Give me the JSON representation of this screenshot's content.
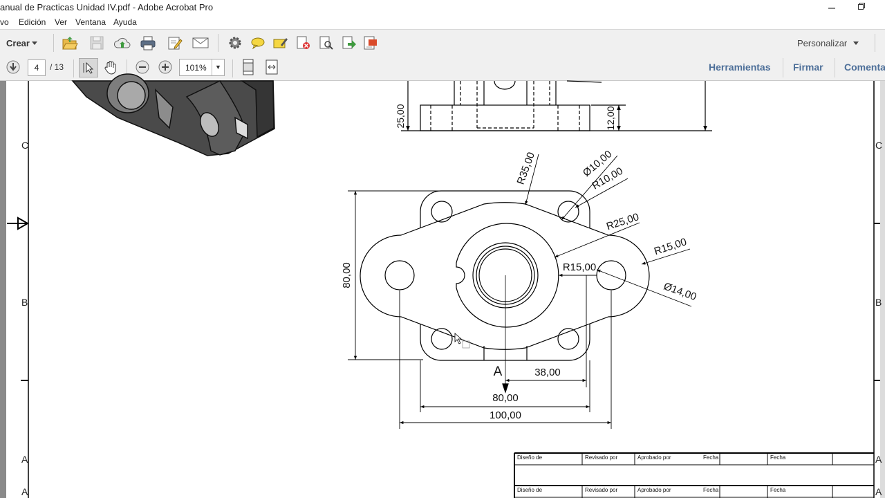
{
  "window": {
    "title": "anual de Practicas Unidad IV.pdf - Adobe Acrobat Pro"
  },
  "menu": [
    "vo",
    "Edición",
    "Ver",
    "Ventana",
    "Ayuda"
  ],
  "toolbar": {
    "create_label": "Crear",
    "customize_label": "Personalizar",
    "icons": [
      "open-icon",
      "save-icon",
      "upload-icon",
      "print-icon",
      "edit-icon",
      "email-icon",
      "settings-icon",
      "comment-icon",
      "highlight-icon",
      "delete-pages-icon",
      "search-pages-icon",
      "export-icon",
      "stamp-icon"
    ]
  },
  "nav": {
    "page_current": "4",
    "page_total": "/ 13",
    "zoom": "101%",
    "right_links": [
      "Herramientas",
      "Firmar",
      "Comenta"
    ]
  },
  "drawing": {
    "zone_letters": {
      "c": "C",
      "b": "B",
      "a": "A"
    },
    "dims": {
      "d25": "25,00",
      "d12": "12,00",
      "r35": "R35,00",
      "dia10": "Ø10,00",
      "r10": "R10,00",
      "r25": "R25,00",
      "r15a": "R15,00",
      "r15b": "R15,00",
      "dia14": "Ø14,00",
      "d80v": "80,00",
      "d38": "38,00",
      "d80h": "80,00",
      "d100": "100,00",
      "section": "A"
    },
    "title_block": {
      "row1": [
        "Diseño de",
        "Revisado por",
        "Aprobado por",
        "Fecha",
        "Fecha"
      ],
      "row2": [
        "Diseño de",
        "Revisado por",
        "Aprobado por",
        "Fecha",
        "Fecha"
      ]
    }
  }
}
